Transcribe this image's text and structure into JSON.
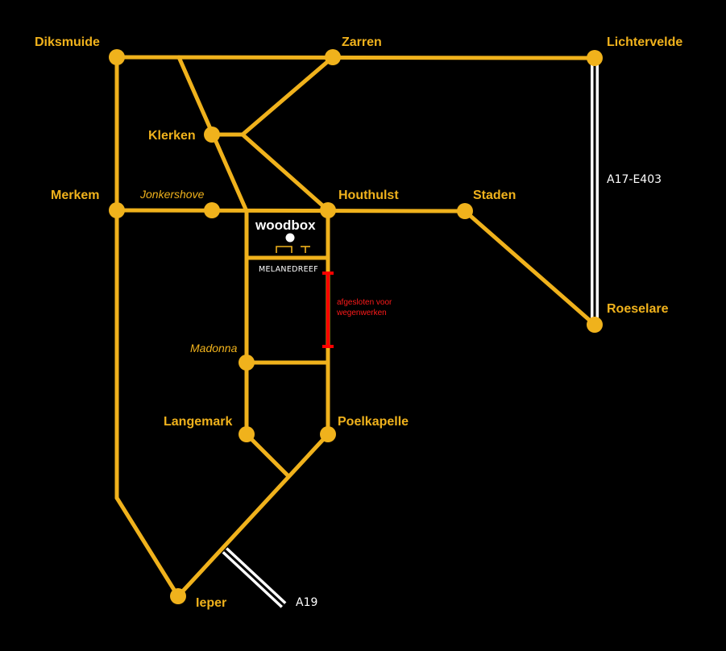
{
  "towns": {
    "diksmuide": "Diksmuide",
    "zarren": "Zarren",
    "lichtervelde": "Lichtervelde",
    "klerken": "Klerken",
    "merkem": "Merkem",
    "jonkershove": "Jonkershove",
    "houthulst": "Houthulst",
    "staden": "Staden",
    "roeselare": "Roeselare",
    "madonna": "Madonna",
    "langemark": "Langemark",
    "poelkapelle": "Poelkapelle",
    "ieper": "Ieper"
  },
  "highways": {
    "a17": "A17-E403",
    "a19": "A19"
  },
  "destination": {
    "name": "woodbox",
    "street": "MELANEDREEF"
  },
  "closure": {
    "line1": "afgesloten voor",
    "line2": "wegenwerken"
  },
  "colors": {
    "road": "#f0b21c",
    "background": "#000000",
    "closed": "#ff0000",
    "highway": "#ffffff"
  }
}
